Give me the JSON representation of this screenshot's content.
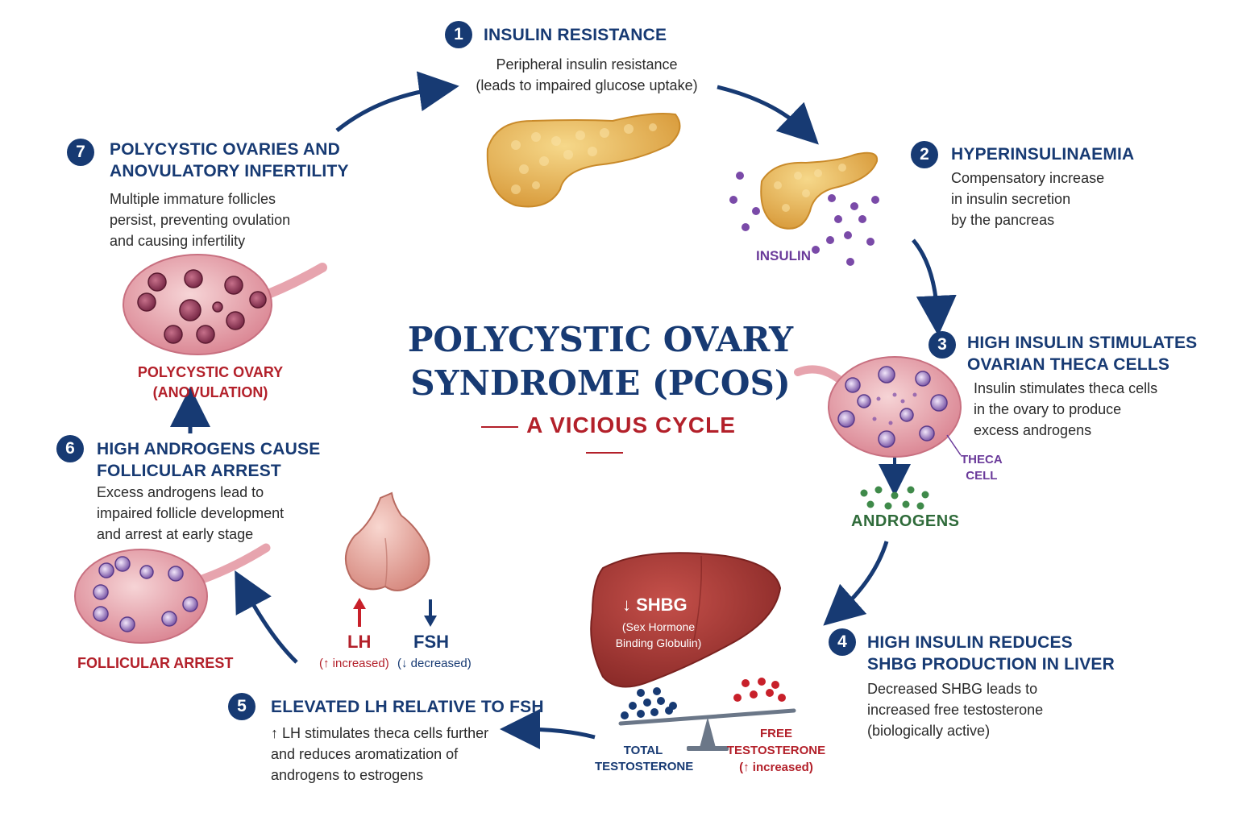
{
  "title": {
    "line1": "POLYCYSTIC OVARY",
    "line2": "SYNDROME (PCOS)",
    "subtitle": "A VICIOUS CYCLE"
  },
  "colors": {
    "navy": "#173a73",
    "red": "#b3202a",
    "purple": "#6a3a9a",
    "green": "#2f6b3a",
    "pancreas": "#e8b85a",
    "liver": "#a83a36",
    "ovary_pink": "#e7a4ae"
  },
  "steps": [
    {
      "number": "1",
      "heading": [
        "INSULIN RESISTANCE"
      ],
      "text": [
        "Peripheral insulin resistance",
        "(leads to impaired glucose uptake)"
      ]
    },
    {
      "number": "2",
      "heading": [
        "HYPERINSULINAEMIA"
      ],
      "text": [
        "Compensatory increase",
        "in insulin secretion",
        "by the pancreas"
      ]
    },
    {
      "number": "3",
      "heading": [
        "HIGH INSULIN STIMULATES",
        "OVARIAN THECA CELLS"
      ],
      "text": [
        "Insulin stimulates theca cells",
        "in the ovary to produce",
        "excess androgens"
      ]
    },
    {
      "number": "4",
      "heading": [
        "HIGH INSULIN REDUCES",
        "SHBG PRODUCTION IN LIVER"
      ],
      "text": [
        "Decreased SHBG leads to",
        "increased free testosterone",
        "(biologically active)"
      ]
    },
    {
      "number": "5",
      "heading": [
        "ELEVATED LH RELATIVE TO FSH"
      ],
      "text": [
        "↑ LH stimulates theca cells further",
        "and reduces aromatization of",
        "androgens to estrogens"
      ]
    },
    {
      "number": "6",
      "heading": [
        "HIGH ANDROGENS CAUSE",
        "FOLLICULAR ARREST"
      ],
      "text": [
        "Excess androgens lead to",
        "impaired follicle development",
        "and arrest at early stage"
      ]
    },
    {
      "number": "7",
      "heading": [
        "POLYCYSTIC OVARIES AND",
        "ANOVULATORY INFERTILITY"
      ],
      "text": [
        "Multiple immature follicles",
        "persist, preventing ovulation",
        "and causing infertility"
      ]
    }
  ],
  "labels": {
    "insulin": "INSULIN",
    "theca_cell": [
      "THECA",
      "CELL"
    ],
    "androgens": "ANDROGENS",
    "shbg": "↓ SHBG",
    "shbg_full": [
      "(Sex Hormone",
      "Binding Globulin)"
    ],
    "total_testosterone": [
      "TOTAL",
      "TESTOSTERONE"
    ],
    "free_testosterone": [
      "FREE",
      "TESTOSTERONE",
      "(↑ increased)"
    ],
    "lh": "LH",
    "lh_note": "(↑ increased)",
    "fsh": "FSH",
    "fsh_note": "(↓ decreased)",
    "follicular_arrest": "FOLLICULAR ARREST",
    "polycystic_ovary": [
      "POLYCYSTIC OVARY",
      "(ANOVULATION)"
    ]
  }
}
